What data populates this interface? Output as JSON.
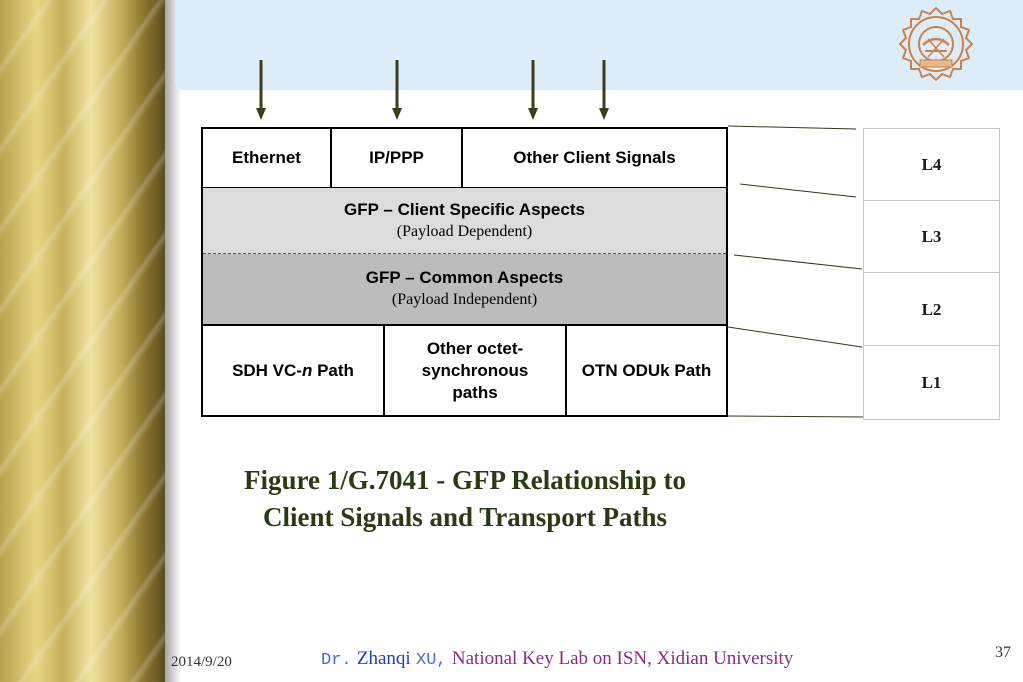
{
  "diagram": {
    "client_row": [
      "Ethernet",
      "IP/PPP",
      "Other Client Signals"
    ],
    "gfp_client": {
      "title": "GFP – Client Specific Aspects",
      "subtitle": "(Payload Dependent)"
    },
    "gfp_common": {
      "title": "GFP – Common Aspects",
      "subtitle": "(Payload Independent)"
    },
    "transport_row": {
      "sdh_prefix": "SDH VC-",
      "sdh_italic": "n",
      "sdh_suffix": " Path",
      "other": "Other octet-synchronous paths",
      "otn": "OTN ODUk Path"
    },
    "osi_layers": [
      "L4",
      "L3",
      "L2",
      "L1"
    ]
  },
  "caption": {
    "line1": "Figure 1/G.7041 - GFP Relationship to",
    "line2": "Client Signals and Transport Paths"
  },
  "footer": {
    "date": "2014/9/20",
    "author_title": "Dr.",
    "author_first": "Zhanqi",
    "author_last": "XU,",
    "affiliation": "National Key Lab on ISN, Xidian University",
    "page": "37"
  },
  "colors": {
    "header_band": "#dcedf9",
    "gfp_client_fill": "#dcdcdc",
    "gfp_common_fill": "#bcbcbc",
    "caption": "#2c3a14",
    "author_blue": "#1f3fbf",
    "affiliation_purple": "#8a2a8a"
  },
  "icons": [
    "university-seal-logo",
    "down-arrow-icon"
  ]
}
